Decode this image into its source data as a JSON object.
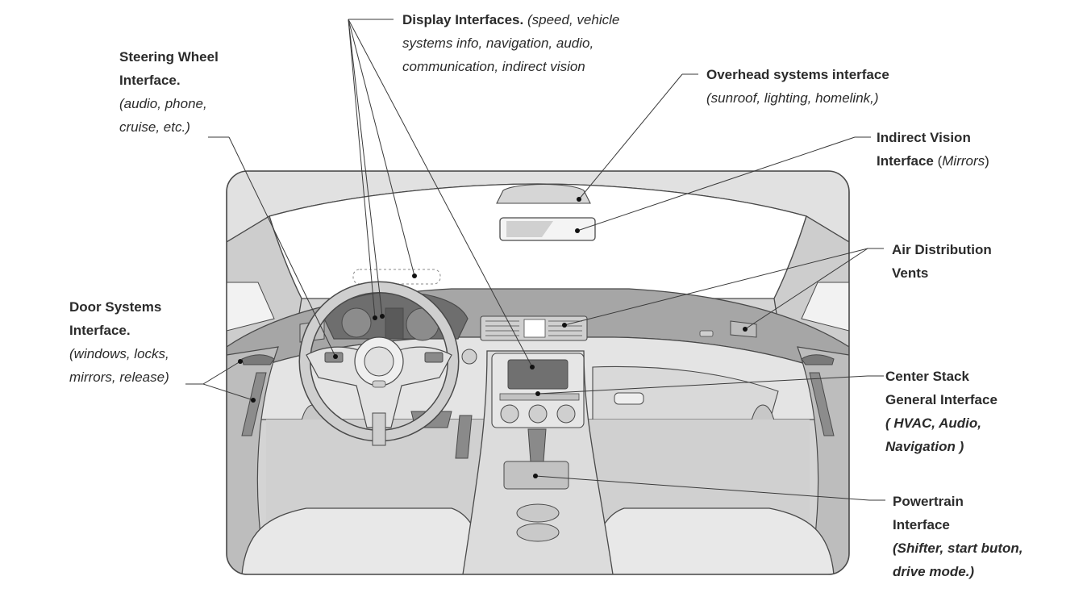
{
  "callouts": {
    "display": {
      "title": "Display Interfaces.",
      "line1_rest": "(speed, vehicle",
      "line2": "systems info, navigation, audio,",
      "line3": "communication, indirect vision"
    },
    "steering": {
      "line1": "Steering Wheel",
      "line2": "Interface.",
      "line3": "(audio, phone,",
      "line4": "cruise, etc.)"
    },
    "overhead": {
      "title": "Overhead systems interface",
      "line2": "(sunroof, lighting, homelink,)"
    },
    "mirrors": {
      "line1": "Indirect Vision",
      "line2_main": "Interface",
      "line2_paren_open": " (",
      "line2_italic": "Mirrors",
      "line2_paren_close": ")"
    },
    "vents": {
      "line1": "Air Distribution",
      "line2": "Vents"
    },
    "door": {
      "line1": "Door Systems",
      "line2": "Interface.",
      "line3": "(windows, locks,",
      "line4": "mirrors, release)"
    },
    "center": {
      "line1": "Center Stack",
      "line2": "General Interface",
      "line3": "( HVAC, Audio,",
      "line4": "Navigation )"
    },
    "powertrain": {
      "line1": "Powertrain",
      "line2": "Interface",
      "line3": "(Shifter, start buton,",
      "line4": "drive mode.)"
    }
  },
  "colors": {
    "text": "#2b2b2b",
    "outline": "#4a4a4a",
    "fill_light": "#e6e6e6",
    "fill_mid": "#c9c9c9",
    "fill_dark": "#8f8f8f"
  }
}
